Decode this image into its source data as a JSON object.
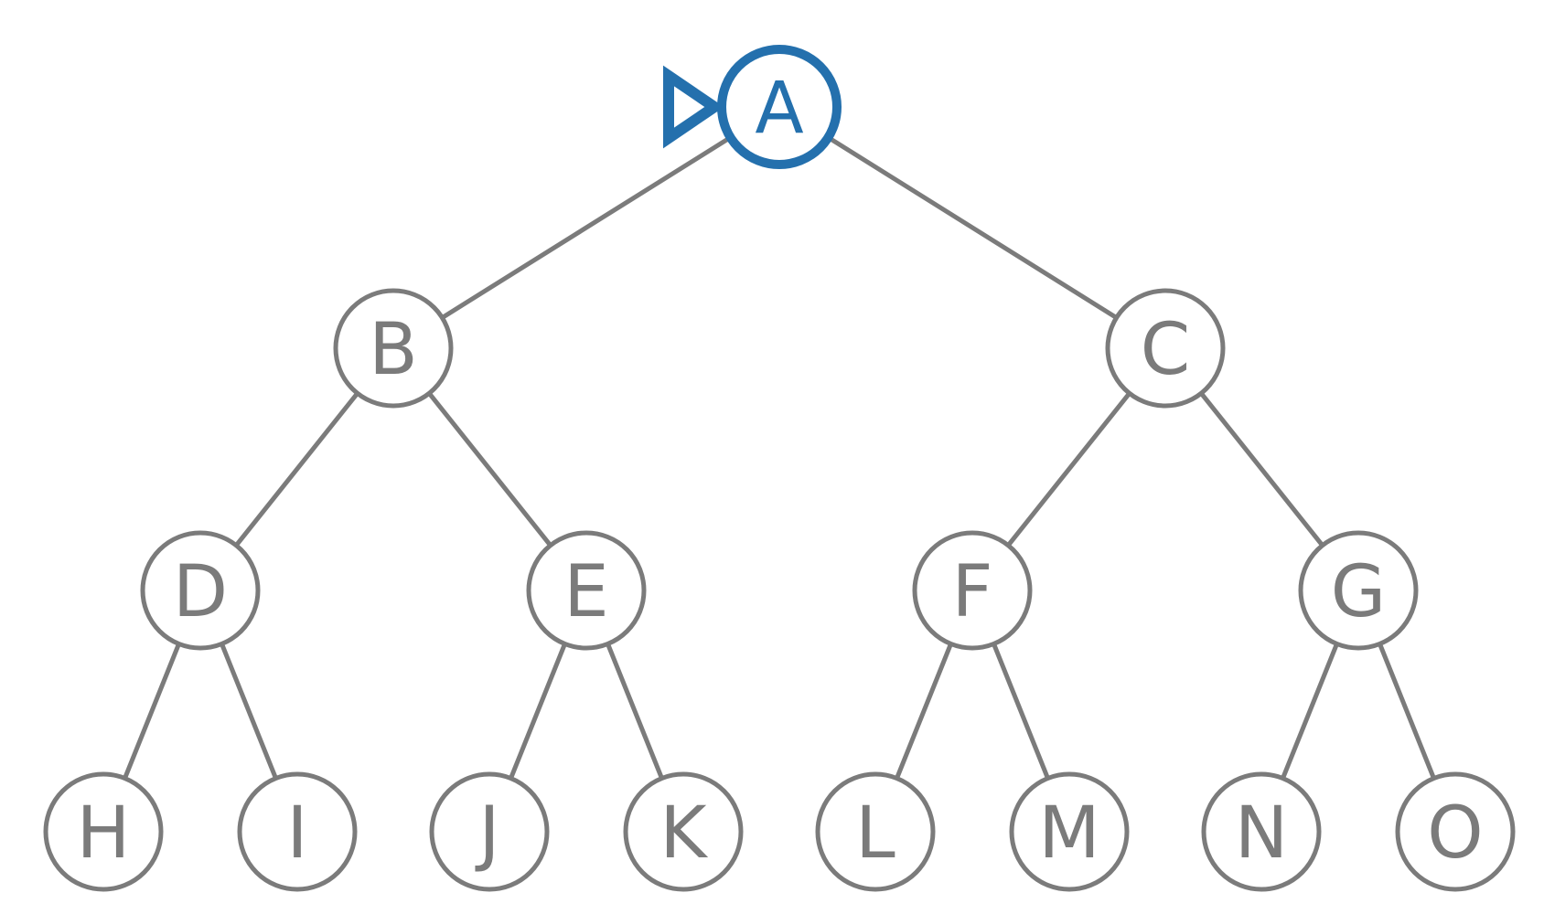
{
  "diagram": {
    "type": "binary-tree",
    "current_node": "A",
    "colors": {
      "edge": "#7b7b7b",
      "node_outline": "#7b7b7b",
      "node_fill": "#ffffff",
      "label": "#7b7b7b",
      "highlight": "#2470ad"
    },
    "icons": {
      "pointer": "triangle-pointer-icon"
    },
    "nodes": [
      {
        "id": "A",
        "label": "A"
      },
      {
        "id": "B",
        "label": "B"
      },
      {
        "id": "C",
        "label": "C"
      },
      {
        "id": "D",
        "label": "D"
      },
      {
        "id": "E",
        "label": "E"
      },
      {
        "id": "F",
        "label": "F"
      },
      {
        "id": "G",
        "label": "G"
      },
      {
        "id": "H",
        "label": "H"
      },
      {
        "id": "I",
        "label": "I"
      },
      {
        "id": "J",
        "label": "J"
      },
      {
        "id": "K",
        "label": "K"
      },
      {
        "id": "L",
        "label": "L"
      },
      {
        "id": "M",
        "label": "M"
      },
      {
        "id": "N",
        "label": "N"
      },
      {
        "id": "O",
        "label": "O"
      }
    ],
    "edges": [
      [
        "A",
        "B"
      ],
      [
        "A",
        "C"
      ],
      [
        "B",
        "D"
      ],
      [
        "B",
        "E"
      ],
      [
        "C",
        "F"
      ],
      [
        "C",
        "G"
      ],
      [
        "D",
        "H"
      ],
      [
        "D",
        "I"
      ],
      [
        "E",
        "J"
      ],
      [
        "E",
        "K"
      ],
      [
        "F",
        "L"
      ],
      [
        "F",
        "M"
      ],
      [
        "G",
        "N"
      ],
      [
        "G",
        "O"
      ]
    ]
  }
}
